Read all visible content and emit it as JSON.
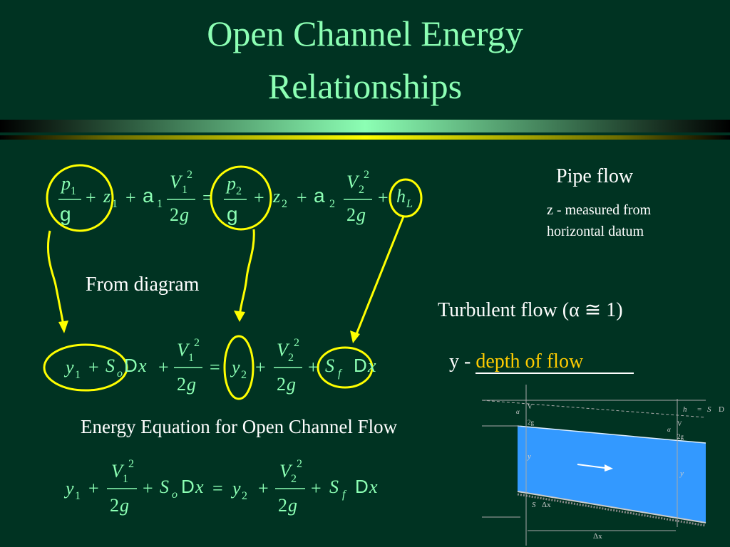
{
  "slide": {
    "title_line1": "Open Channel Energy",
    "title_line2": "Relationships"
  },
  "labels": {
    "pipe_flow": "Pipe flow",
    "z_note_line1": "z - measured from",
    "z_note_line2": "horizontal datum",
    "from_diagram": "From diagram",
    "turbulent_flow": "Turbulent flow (α ≅ 1)",
    "y_prefix": "y - ",
    "y_answer": "depth of flow",
    "energy_equation": "Energy Equation for Open Channel Flow"
  },
  "colors": {
    "background": "#003322",
    "equation": "#8cffb4",
    "highlight": "#ffff00",
    "answer": "#ffcc00",
    "water": "#3399ff"
  }
}
